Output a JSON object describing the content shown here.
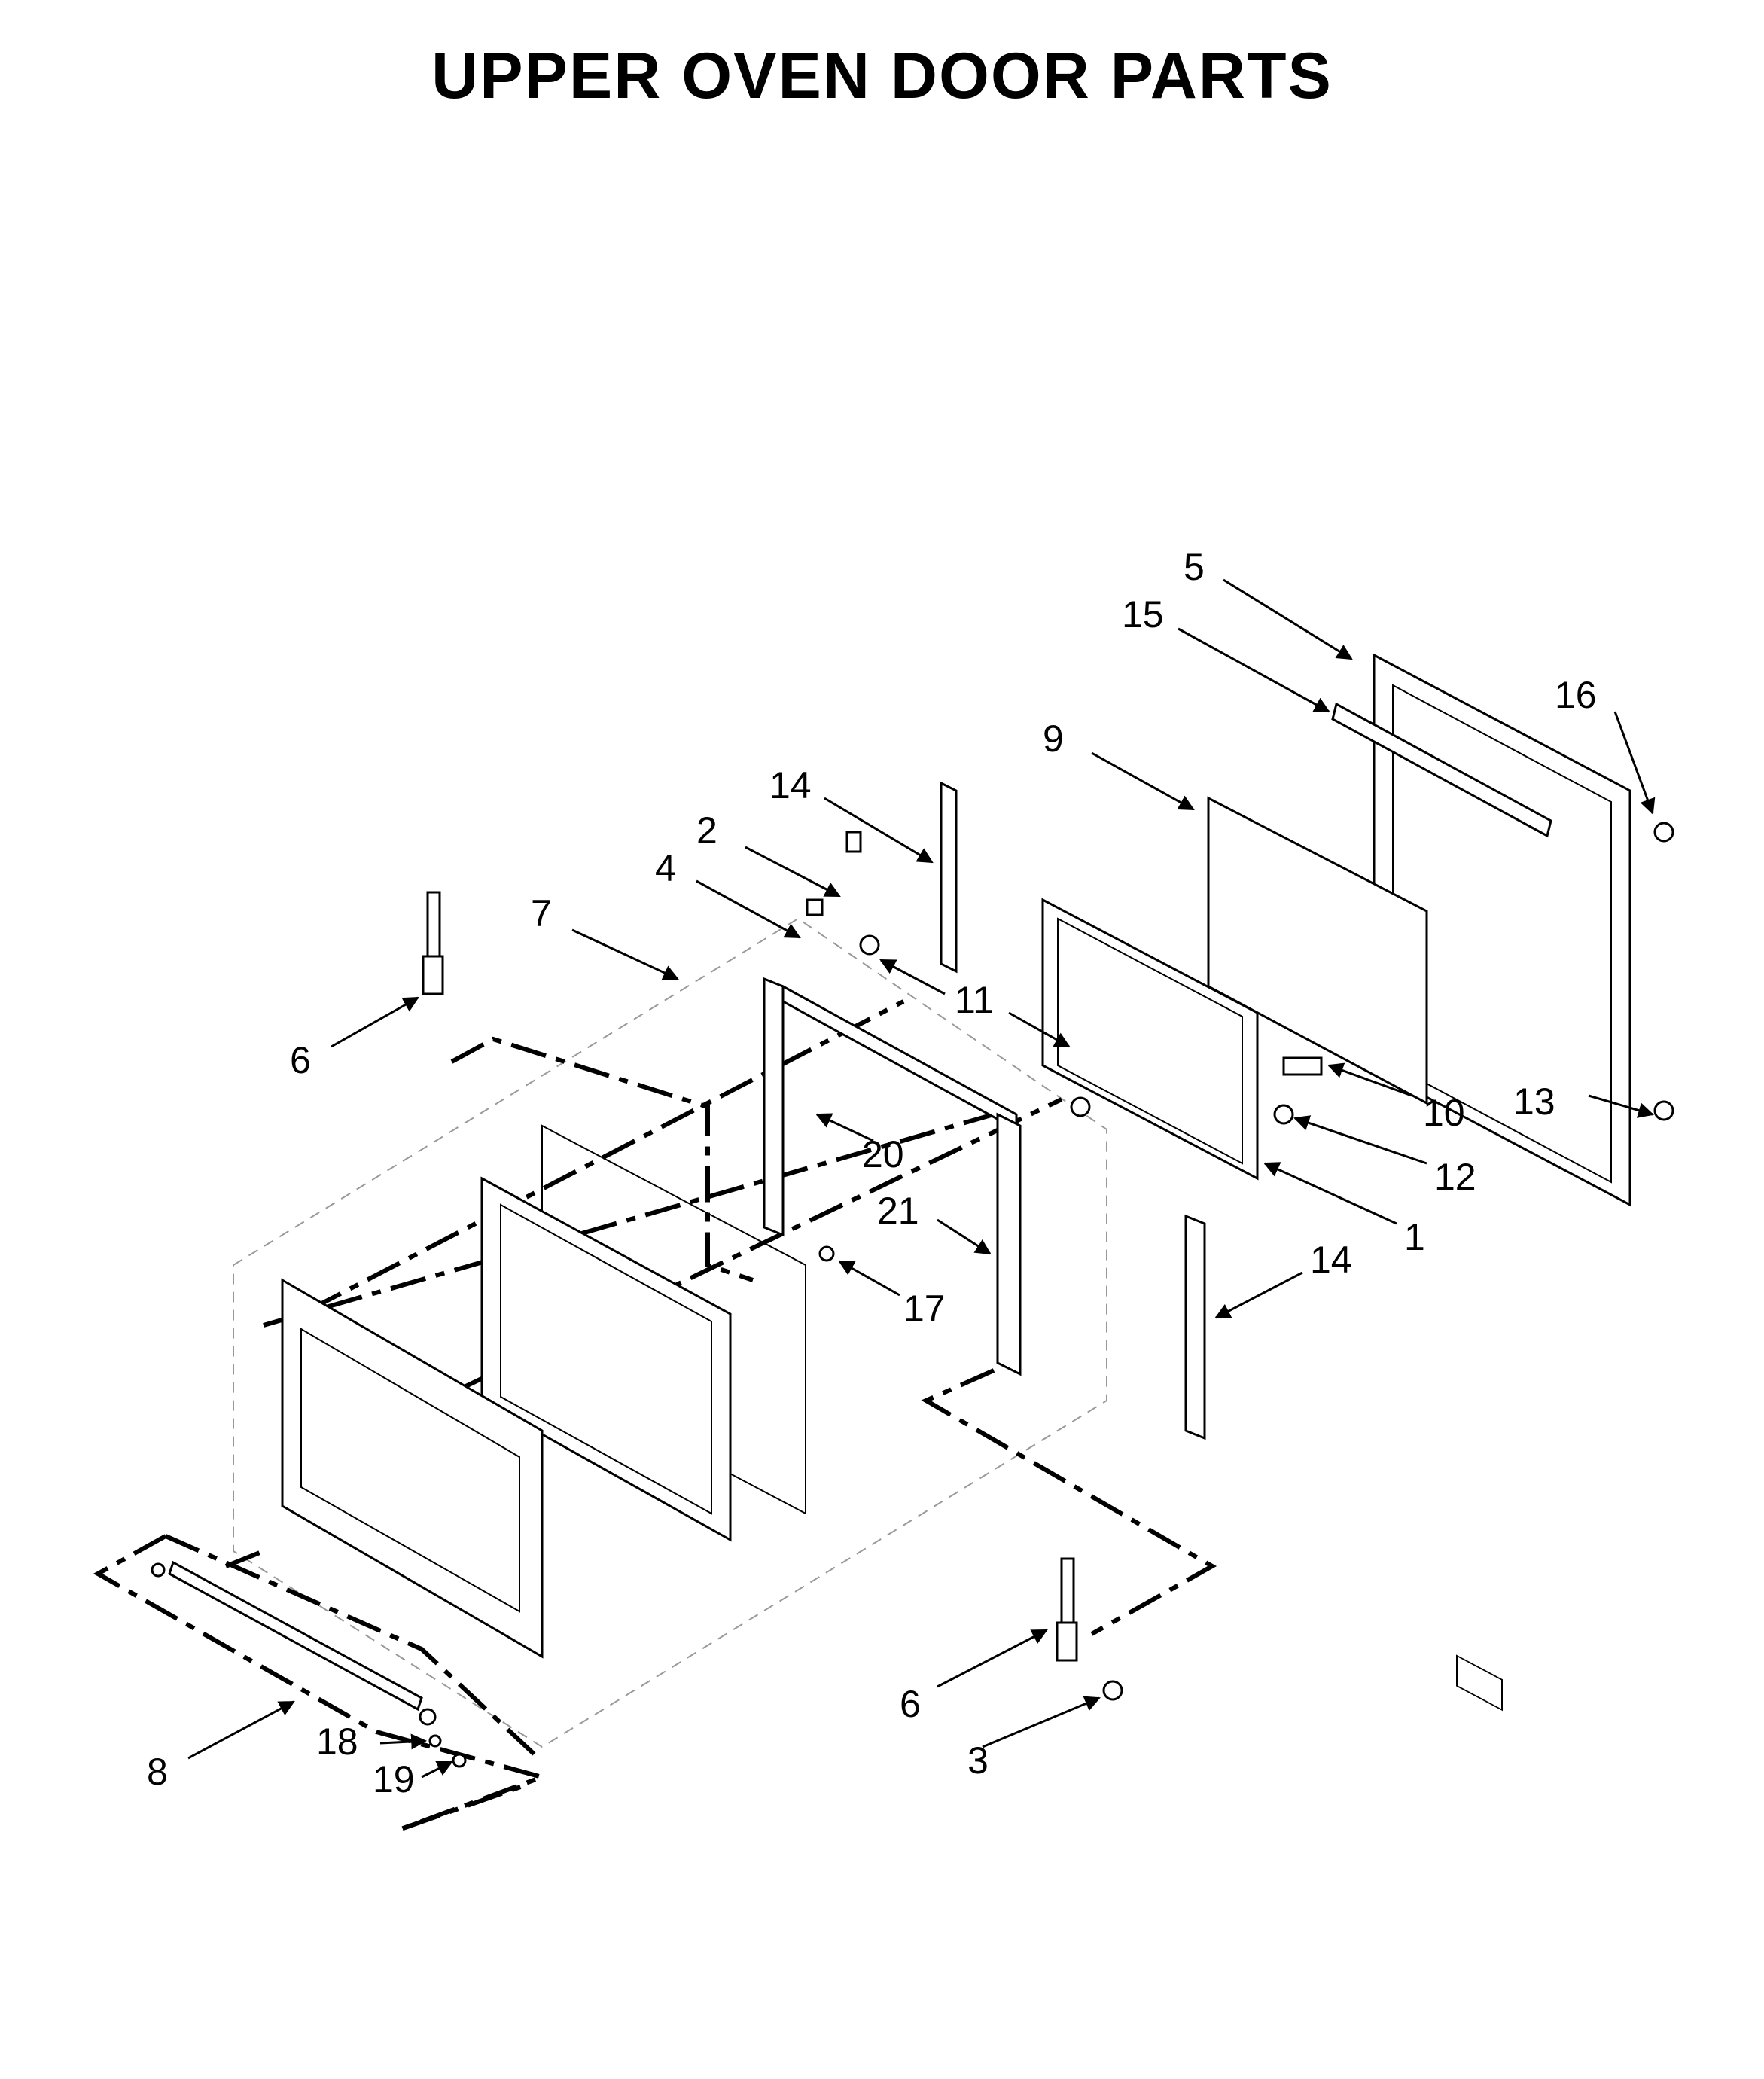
{
  "title": "UPPER OVEN DOOR PARTS",
  "callouts": {
    "c1": "1",
    "c2": "2",
    "c3": "3",
    "c4": "4",
    "c5": "5",
    "c6a": "6",
    "c6b": "6",
    "c7": "7",
    "c8": "8",
    "c9": "9",
    "c10": "10",
    "c11": "11",
    "c12": "12",
    "c13": "13",
    "c14a": "14",
    "c14b": "14",
    "c15": "15",
    "c16": "16",
    "c17": "17",
    "c18": "18",
    "c19": "19",
    "c20": "20",
    "c21": "21"
  }
}
